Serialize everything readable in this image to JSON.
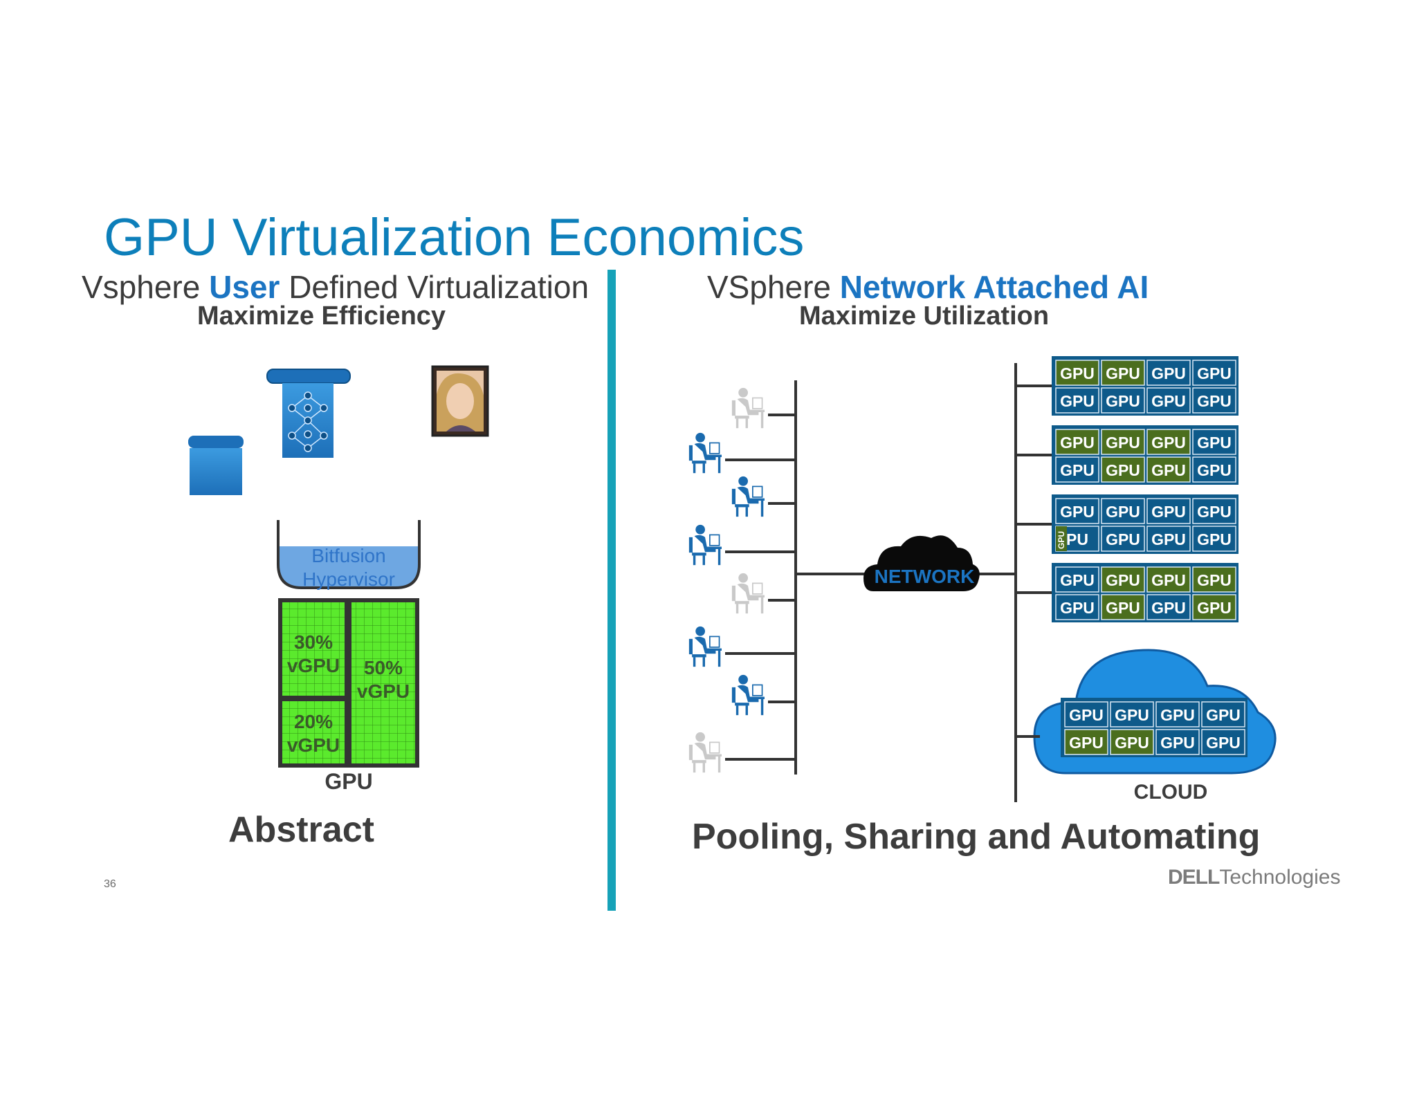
{
  "title": "GPU Virtualization Economics",
  "left": {
    "subtitle_pre": "Vsphere ",
    "subtitle_hl": "User",
    "subtitle_post": " Defined Virtualization",
    "tagline_pre": "Maximize ",
    "tagline_b": "Efficiency",
    "hypervisor": [
      "Bitfusion",
      "Hypervisor"
    ],
    "partitions": [
      {
        "pct": "30%",
        "label": "vGPU",
        "share": 0.3
      },
      {
        "pct": "20%",
        "label": "vGPU",
        "share": 0.2
      },
      {
        "pct": "50%",
        "label": "vGPU",
        "share": 0.5
      }
    ],
    "gpu_label": "GPU",
    "caption": "Abstract"
  },
  "right": {
    "subtitle_pre": "VSphere ",
    "subtitle_hl": "Network Attached AI",
    "tagline_pre": "Maximize ",
    "tagline_b": "Utilization",
    "network_label": "NETWORK",
    "gpu_cell": "GPU",
    "gpu_cell_clipped": "PU",
    "cloud_label": "CLOUD",
    "caption": "Pooling, Sharing and Automating"
  },
  "footer": {
    "page_number": "36",
    "brand_bold": "DELL",
    "brand_rest": "Technologies"
  },
  "colors": {
    "title": "#0d7fba",
    "accent_blue": "#1b74c2",
    "divider": "#16a2b8",
    "gpu_green": "#5bea2d",
    "rack_blue": "#0e5a8a",
    "cell_green": "#4b6e1e"
  }
}
